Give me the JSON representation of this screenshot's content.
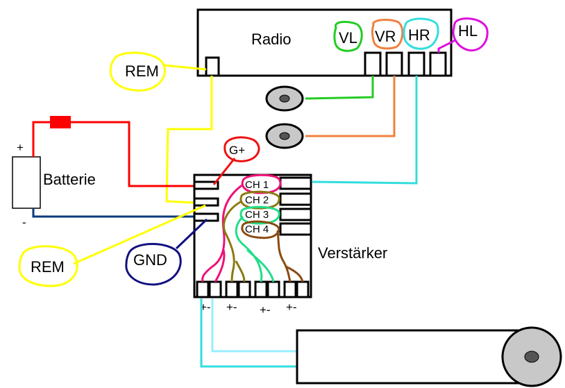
{
  "labels": {
    "radio": "Radio",
    "batterie": "Batterie",
    "verstaerker": "Verstärker",
    "rem_top": "REM",
    "rem_bottom": "REM",
    "gnd": "GND",
    "g_plus": "G+",
    "vl": "VL",
    "vr": "VR",
    "hr": "HR",
    "hl": "HL",
    "ch1": "CH 1",
    "ch2": "CH 2",
    "ch3": "CH 3",
    "ch4": "CH 4",
    "battery_plus": "+",
    "battery_minus": "-",
    "out_pair_1": "+-",
    "out_pair_2": "+-",
    "out_pair_3": "+-",
    "out_pair_4": "+-"
  },
  "colors": {
    "outline": "#000000",
    "power": "#ff0000",
    "fuse": "#ff0000",
    "remote": "#ffff00",
    "ground": "#0b3a7a",
    "gnd_bubble": "#101080",
    "vl_channel": "#22cc22",
    "vr_channel": "#f08040",
    "hr_channel": "#33dddd",
    "hl_channel": "#dd11dd",
    "ch1_wire": "#ee1177",
    "ch2_wire": "#8b7a10",
    "ch3_wire": "#22dd88",
    "ch4_wire": "#8b4a10",
    "speaker_fill": "#c8c8c8",
    "speaker_center": "#555555",
    "output_wire_a": "#33dddd",
    "output_wire_b": "#99eeff"
  },
  "icons": {
    "speaker_front": "speaker-icon",
    "speaker_sub": "subwoofer-icon",
    "battery": "battery-icon",
    "fuse": "fuse-icon"
  }
}
